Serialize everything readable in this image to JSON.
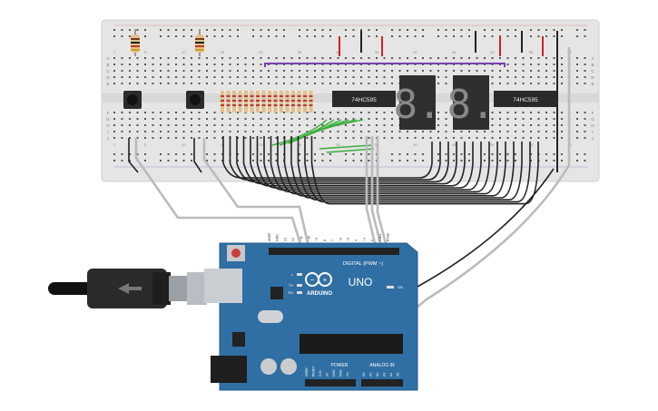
{
  "breadboard": {
    "row_letters_left": [
      "A",
      "B",
      "C",
      "D",
      "E",
      "F",
      "G",
      "H",
      "I",
      "J"
    ],
    "row_letters_right": [
      "A",
      "B",
      "C",
      "D",
      "E",
      "F",
      "G",
      "H",
      "I",
      "J"
    ],
    "column_numbers": [
      "1",
      "5",
      "10",
      "15",
      "20",
      "25",
      "30",
      "35",
      "40",
      "45",
      "50",
      "55",
      "60"
    ],
    "chips": [
      {
        "label": "74HC595"
      },
      {
        "label": "74HC595"
      }
    ],
    "displays": [
      {
        "digit": "8."
      },
      {
        "digit": "8."
      }
    ],
    "colors": {
      "board": "#e6e6e6",
      "hole": "#555555",
      "rail_red": "#d23a2c",
      "rail_blue": "#3b5fa8"
    }
  },
  "arduino": {
    "model": "UNO",
    "brand": "ARDUINO",
    "digital_header": "DIGITAL (PWM ~)",
    "power_label": "POWER",
    "analog_label": "ANALOG IN",
    "on_label": "ON",
    "tx_label": "TX",
    "rx_label": "RX",
    "l_label": "L",
    "top_pins": [
      "AREF",
      "GND",
      "13",
      "12",
      "~11",
      "~10",
      "~9",
      "8",
      "7",
      "~6",
      "~5",
      "4",
      "~3",
      "2",
      "TX▸1",
      "RX◂0"
    ],
    "power_pins": [
      "IOREF",
      "RESET",
      "3.3V",
      "5V",
      "GND",
      "GND",
      "Vin"
    ],
    "analog_pins": [
      "A0",
      "A1",
      "A2",
      "A3",
      "A4",
      "A5"
    ],
    "colors": {
      "board": "#2f6fa3",
      "board_edge": "#245b87",
      "header": "#222222"
    }
  },
  "wire_colors": {
    "black": "#222222",
    "white": "#f4f4f4",
    "red": "#cc2222",
    "green": "#3cae3c",
    "purple": "#7a3fb0",
    "orange": "#e38b2a"
  }
}
